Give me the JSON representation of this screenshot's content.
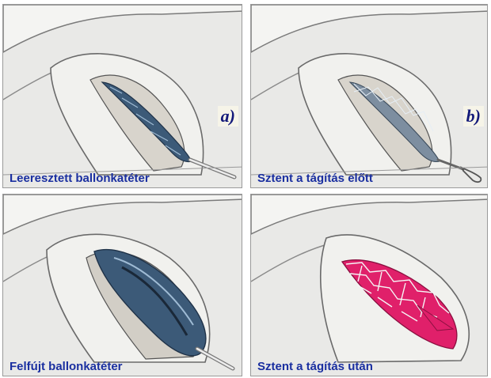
{
  "panels": [
    {
      "caption": "Leeresztett ballonkatéter",
      "tag": "a)"
    },
    {
      "caption": "Sztent a tágítás előtt",
      "tag": "b)"
    },
    {
      "caption": "Felfújt ballonkatéter",
      "tag": ""
    },
    {
      "caption": "Sztent a tágítás után",
      "tag": ""
    }
  ],
  "colors": {
    "caption": "#1a2fa0",
    "tag": "#141a7a",
    "balloon": "#3c5a78",
    "stent_plaque": "#e0206a"
  }
}
